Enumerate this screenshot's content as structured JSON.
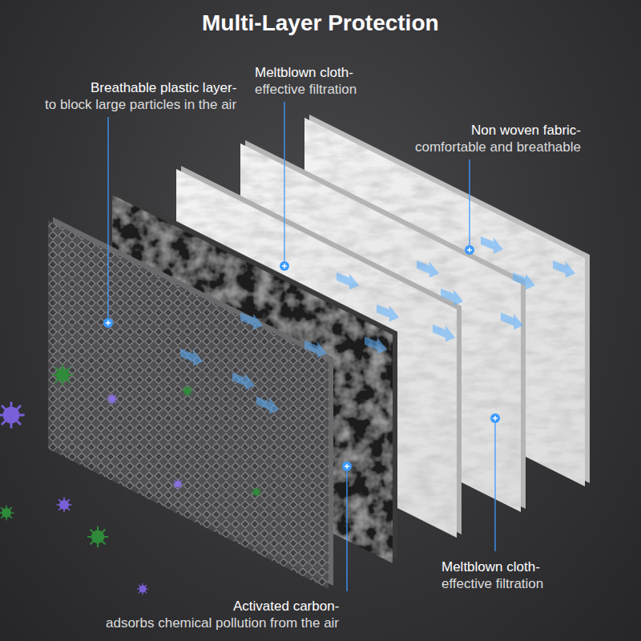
{
  "diagram": {
    "title": "Multi-Layer Protection",
    "labels": [
      "Breathable plastic layer-",
      "to block large particles in the air",
      "Meltblown cloth-",
      "effective filtration",
      "Non woven fabric-",
      "comfortable and breathable",
      "Meltblown cloth-",
      "effective filtration",
      "Activated carbon-",
      "adsorbs chemical pollution from the air"
    ]
  }
}
